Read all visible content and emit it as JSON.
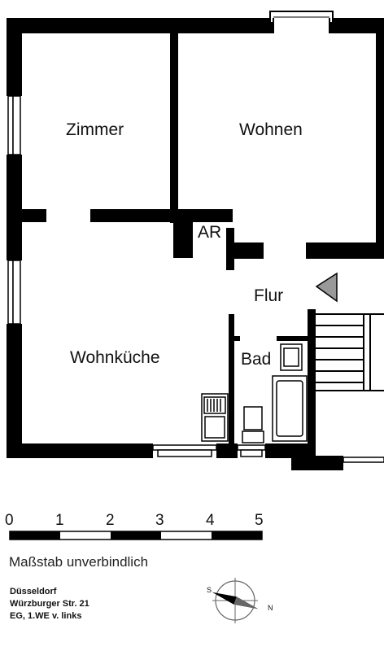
{
  "rooms": {
    "zimmer": "Zimmer",
    "wohnen": "Wohnen",
    "ar": "AR",
    "flur": "Flur",
    "wohnkueche": "Wohnküche",
    "bad": "Bad"
  },
  "scale_bar": {
    "ticks": [
      "0",
      "1",
      "2",
      "3",
      "4",
      "5"
    ],
    "note": "Maßstab unverbindlich"
  },
  "address": {
    "city": "Düsseldorf",
    "street": "Würzburger Str. 21",
    "unit": "EG, 1.WE v. links"
  },
  "compass": {
    "north": "N",
    "south": "S"
  },
  "colors": {
    "wall": "#000000",
    "arrow": "#999999",
    "background": "#ffffff"
  }
}
